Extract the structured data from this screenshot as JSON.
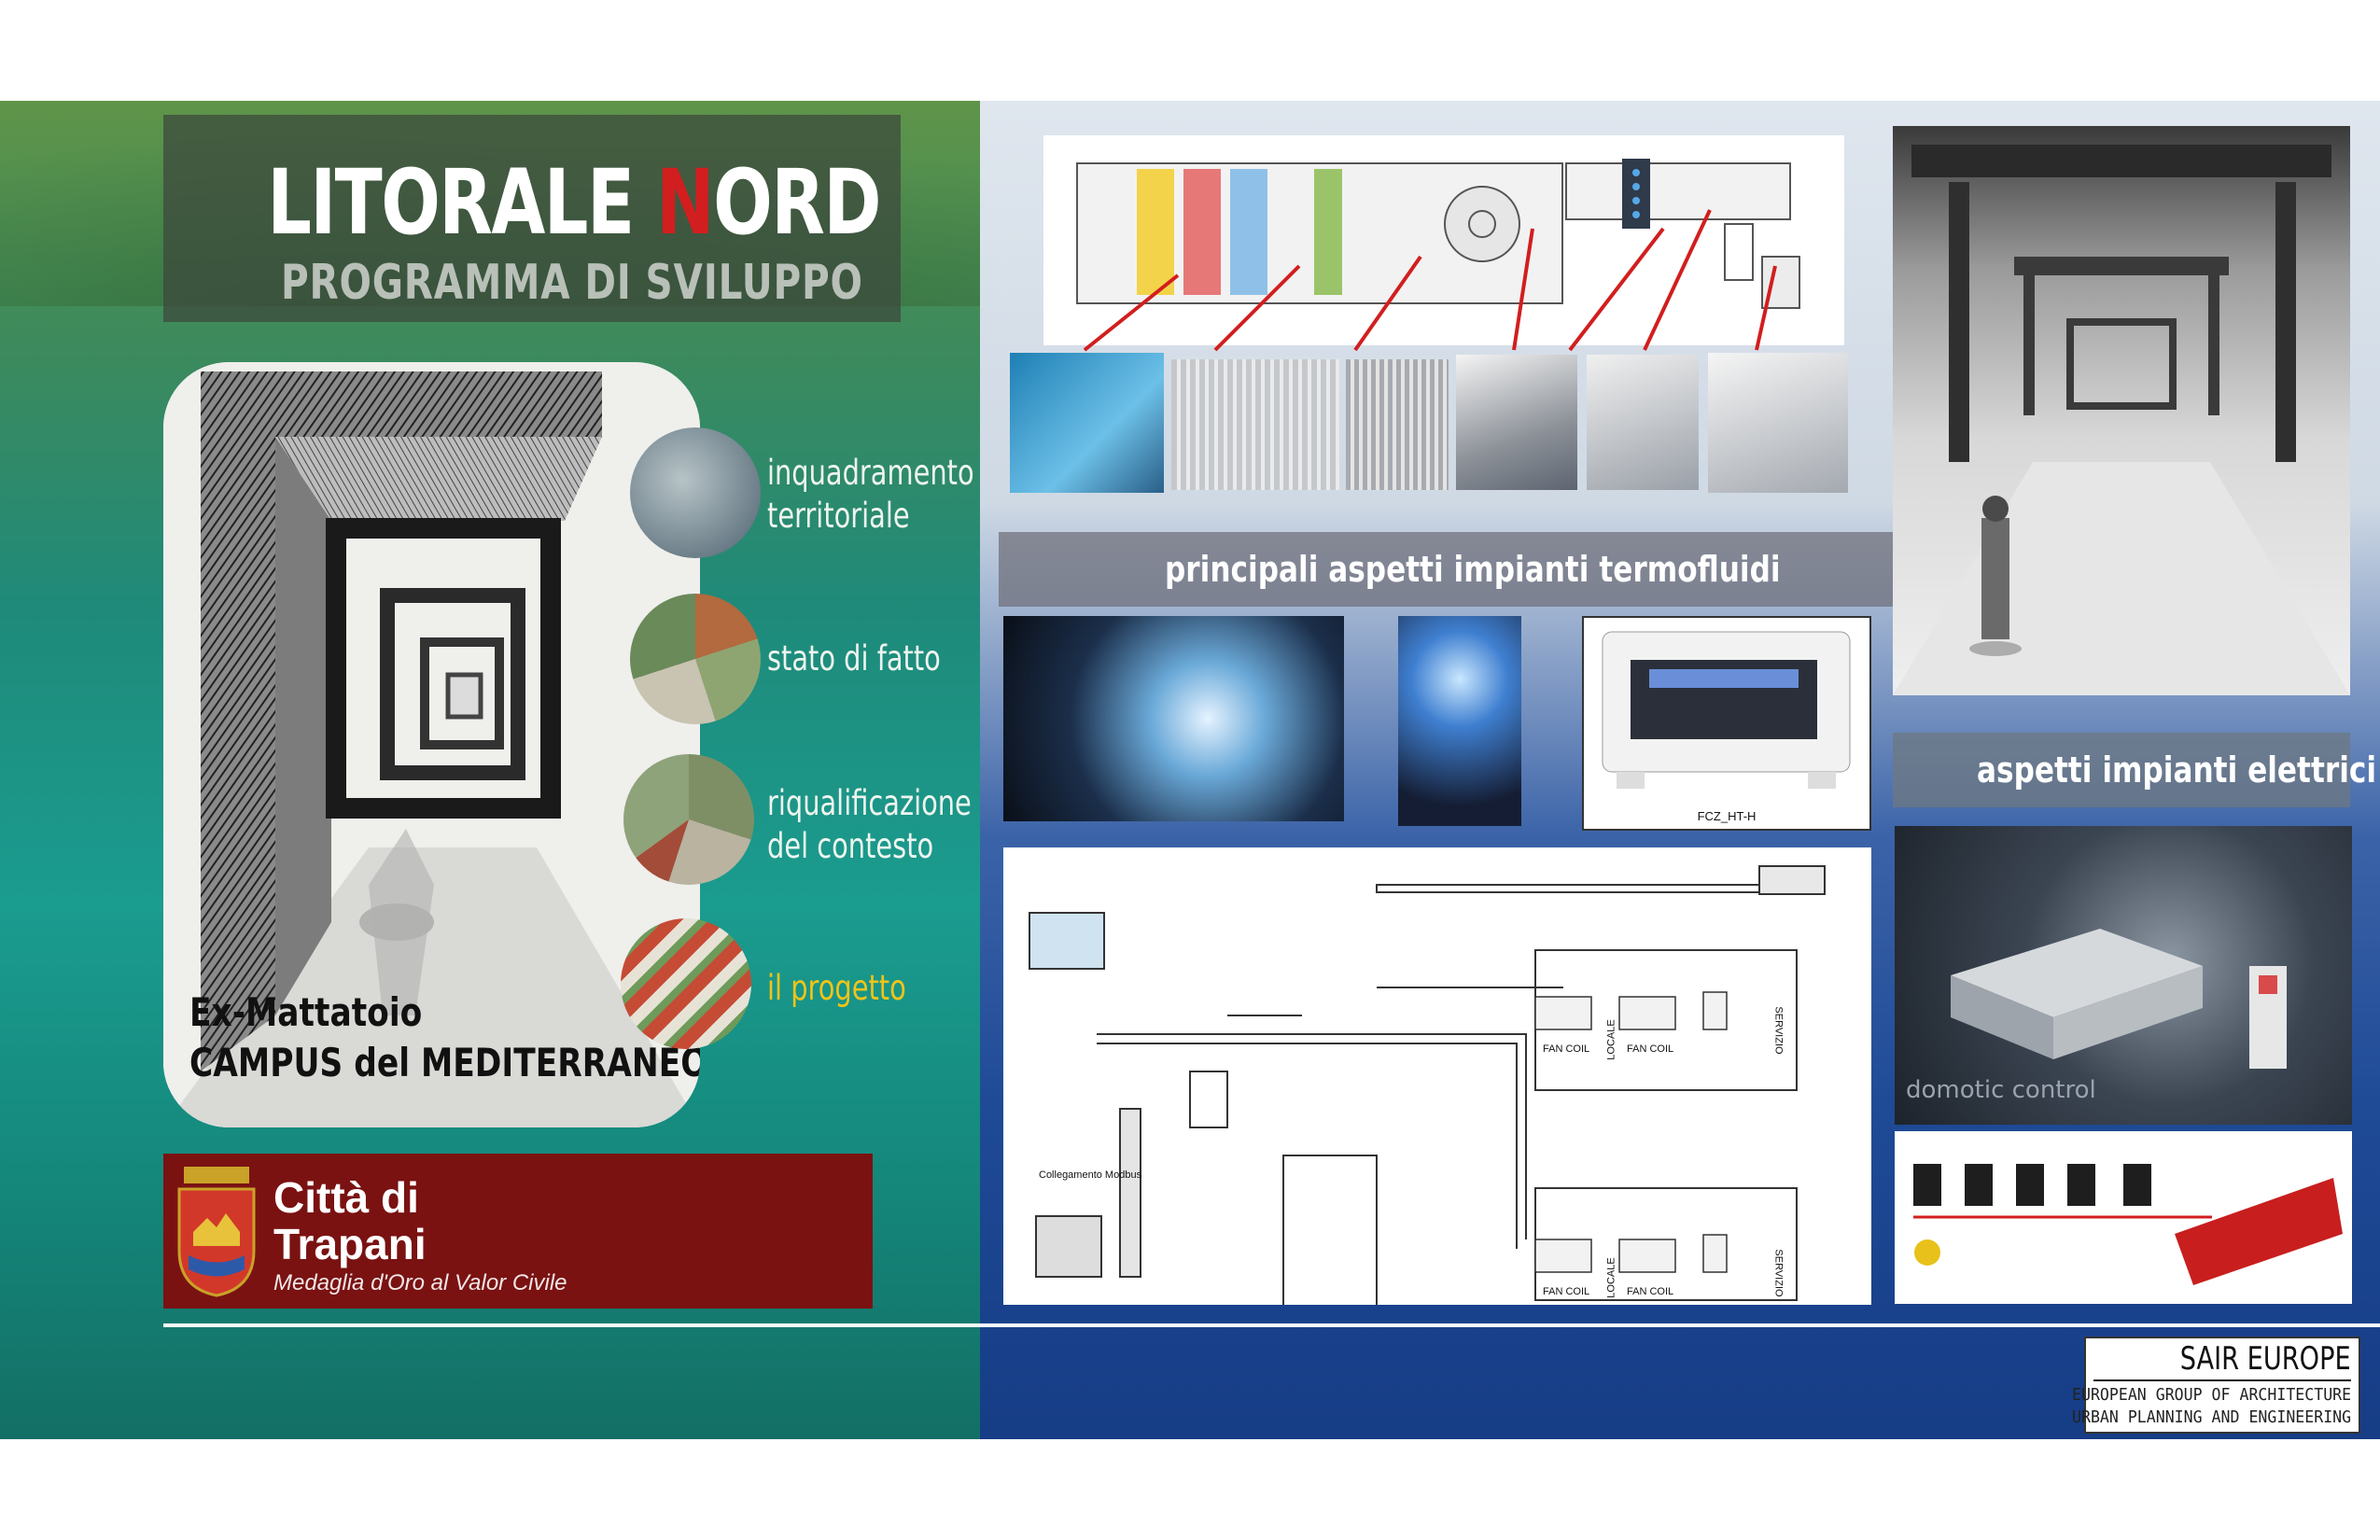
{
  "title": {
    "prefix": "LITORALE ",
    "highlight": "N",
    "suffix": "ORD",
    "subtitle": "PROGRAMMA DI SVILUPPO"
  },
  "sketch": {
    "line1": "Ex-Mattatoio",
    "line2": "CAMPUS del MEDITERRANEO"
  },
  "menu": [
    {
      "line1": "inquadramento",
      "line2": "territoriale"
    },
    {
      "line1": "stato di fatto"
    },
    {
      "line1": "riqualificazione",
      "line2": "del contesto"
    },
    {
      "line1": "il progetto",
      "active": true
    }
  ],
  "city": {
    "name_line1": "Città di",
    "name_line2": "Trapani",
    "medal": "Medaglia d'Oro al Valor Civile"
  },
  "panels": {
    "thermo_banner": "principali aspetti impianti termofluidi",
    "electric_banner": "aspetti impianti elettrici",
    "fancoil_caption": "FCZ_HT-H",
    "domotic_caption": "domotic control",
    "diagram_labels": [
      "FAN COIL",
      "FAN COIL",
      "FAN COIL",
      "FAN COIL",
      "LOCALE",
      "LOCALE",
      "SERVIZIO",
      "SERVIZIO",
      "Collegamento Modbus"
    ]
  },
  "sair": {
    "title": "SAIR EUROPE",
    "sub1": "EUROPEAN GROUP OF ARCHITECTURE",
    "sub2": "URBAN PLANNING AND ENGINEERING"
  },
  "colors": {
    "accent_red": "#d21e1e",
    "city_red": "#7a1212",
    "active_menu": "#f0c419"
  }
}
